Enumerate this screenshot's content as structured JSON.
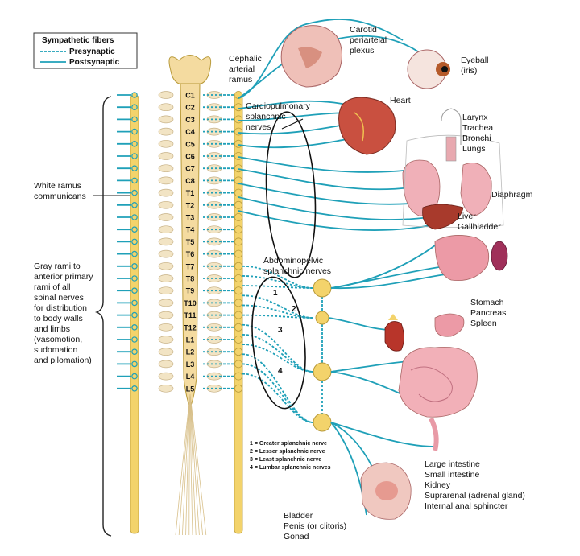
{
  "legend": {
    "title": "Sympathetic fibers",
    "presynaptic": "Presynaptic",
    "postsynaptic": "Postsynaptic"
  },
  "vertebrae": [
    "C1",
    "C2",
    "C3",
    "C4",
    "C5",
    "C6",
    "C7",
    "C8",
    "T1",
    "T2",
    "T3",
    "T4",
    "T5",
    "T6",
    "T7",
    "T8",
    "T9",
    "T10",
    "T11",
    "T12",
    "L1",
    "L2",
    "L3",
    "L4",
    "L5"
  ],
  "left_labels": {
    "white_ramus": [
      "White ramus",
      "communicans"
    ],
    "gray_rami": [
      "Gray rami to",
      "anterior primary",
      "rami of all",
      "spinal nerves",
      "for distribution",
      "to body walls",
      "and limbs",
      "(vasomotion,",
      "sudomation",
      "and pilomation)"
    ]
  },
  "nerve_labels": {
    "cephalic": [
      "Cephalic",
      "arterial",
      "ramus"
    ],
    "carotid": [
      "Carotid",
      "periarteial",
      "plexus"
    ],
    "cardiopulmonary": [
      "Cardiopulmonary",
      "splanchnic",
      "nerves"
    ],
    "abdominopelvic": [
      "Abdominopelvic",
      "splanchnic nerves"
    ]
  },
  "organ_labels": {
    "eyeball": [
      "Eyeball",
      "(iris)"
    ],
    "heart": "Heart",
    "larynx": [
      "Larynx",
      "Trachea",
      "Bronchi",
      "Lungs"
    ],
    "diaphragm": "Diaphragm",
    "liver": [
      "Liver",
      "Gallbladder"
    ],
    "stomach": [
      "Stomach",
      "Pancreas",
      "Spleen"
    ],
    "intestine": [
      "Large intestine",
      "Small intestine",
      "Kidney",
      "Suprarenal (adrenal gland)",
      "Internal anal sphincter"
    ],
    "bladder": [
      "Bladder",
      "Penis (or clitoris)",
      "Gonad"
    ]
  },
  "splanchnic_numbers": [
    "1",
    "2",
    "3",
    "4"
  ],
  "key_text": [
    "1 = Greater splanchnic nerve",
    "2 = Lesser splanchnic nerve",
    "3 = Least splanchnic nerve",
    "4 = Lumbar splanchnic nerves"
  ],
  "colors": {
    "fiber": "#1fa0b8",
    "ganglion": "#f3d36b",
    "bone": "#f2e4c4",
    "organ": "#ec9aa6"
  }
}
